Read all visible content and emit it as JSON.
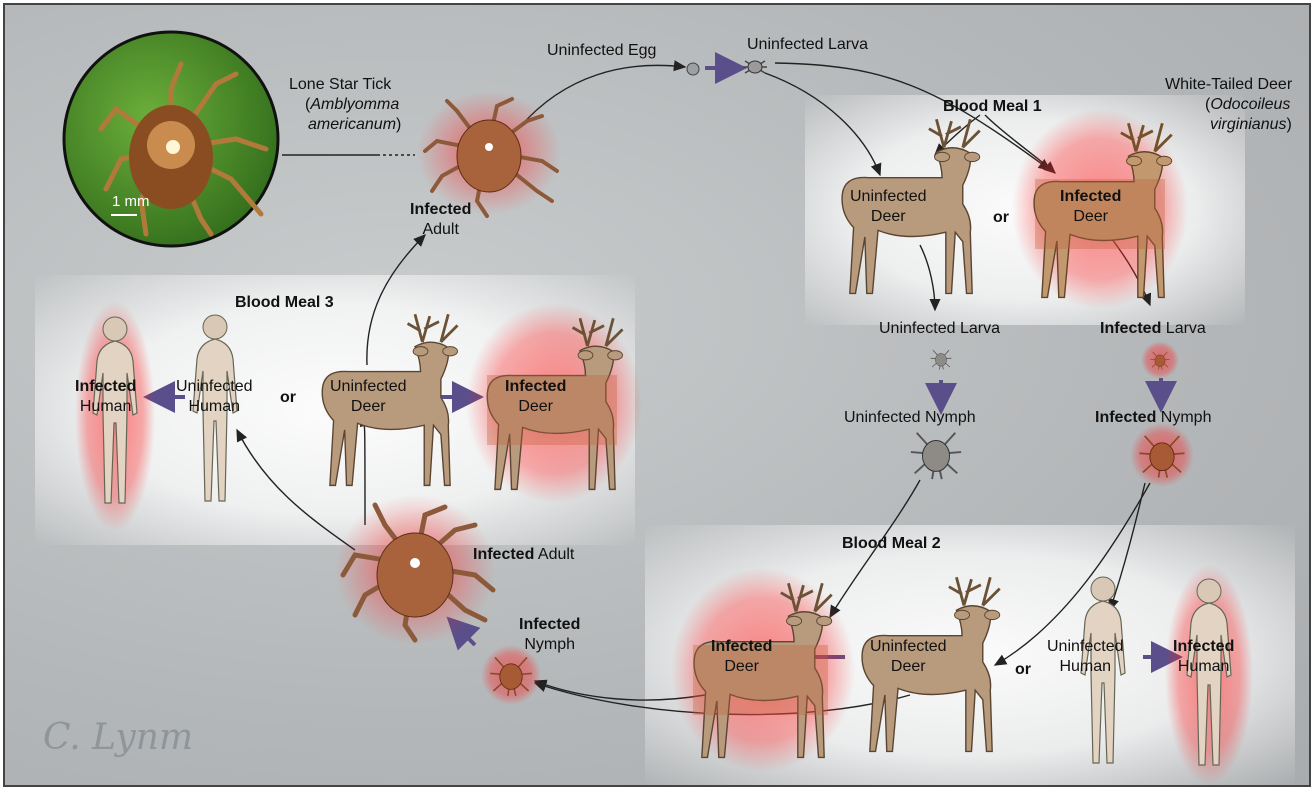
{
  "labels": {
    "uninfected_egg": "Uninfected Egg",
    "uninfected_larva_top": "Uninfected Larva",
    "blood_meal_1": "Blood Meal 1",
    "blood_meal_2": "Blood Meal 2",
    "blood_meal_3": "Blood Meal 3",
    "lone_star_tick": "Lone Star Tick",
    "lone_star_species_open": "(",
    "lone_star_species_1": "Amblyomma",
    "lone_star_species_2": "americanum",
    "lone_star_species_close": ")",
    "white_tailed_deer": "White-Tailed Deer",
    "deer_species_1": "Odocoileus",
    "deer_species_2": "virginianus",
    "scale_bar": "1 mm",
    "infected": "Infected",
    "uninfected": "Uninfected",
    "adult": "Adult",
    "deer": "Deer",
    "larva": "Larva",
    "nymph": "Nymph",
    "human": "Human",
    "or": "or",
    "uninfected_larva_mid": "Uninfected Larva",
    "uninfected_nymph": "Uninfected Nymph",
    "signature": "C. Lynm"
  },
  "colors": {
    "background": "#b4b7b9",
    "infection_glow": "#e8202a",
    "arrow_purple": "#5a4f8a",
    "arrow_black": "#222222"
  }
}
